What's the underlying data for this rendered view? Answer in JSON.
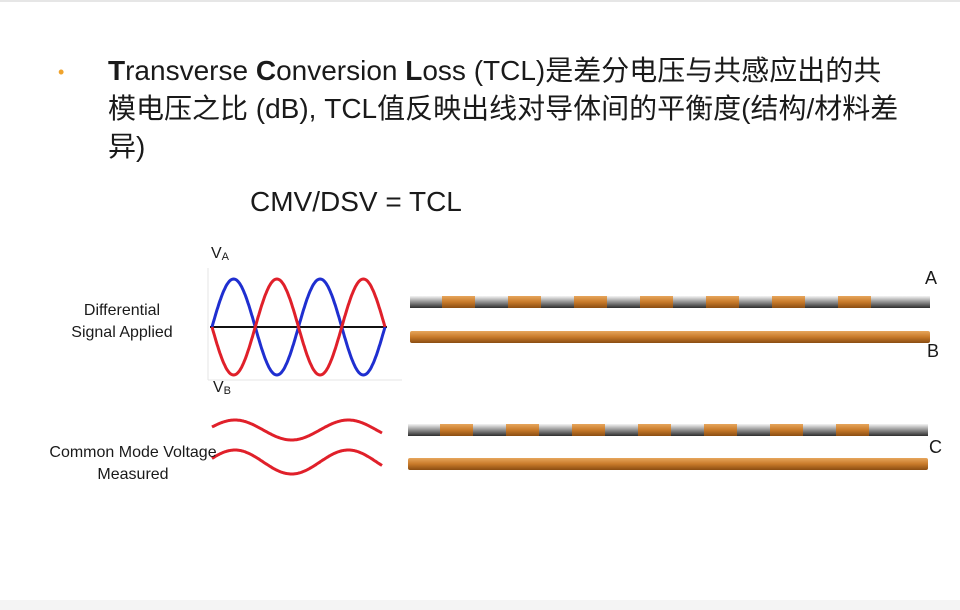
{
  "bullet": {
    "marker": "•",
    "segments": [
      {
        "text": "T",
        "bold": true
      },
      {
        "text": "ransverse ",
        "bold": false
      },
      {
        "text": "C",
        "bold": true
      },
      {
        "text": "onversion ",
        "bold": false
      },
      {
        "text": "L",
        "bold": true
      },
      {
        "text": "oss (TCL)是差分电压与共感应出的共模电压之比 (dB), TCL值反映出线对导体间的平衡度(结构/材料差异)",
        "bold": false
      }
    ]
  },
  "formula": "CMV/DSV = TCL",
  "diagram": {
    "va_label": {
      "main": "V",
      "sub": "A"
    },
    "vb_label": {
      "main": "V",
      "sub": "B"
    },
    "differential_label_line1": "Differential",
    "differential_label_line2": "Signal Applied",
    "common_mode_label_line1": "Common Mode Voltage",
    "common_mode_label_line2": "Measured",
    "label_a": "A",
    "label_b": "B",
    "label_c": "C",
    "colors": {
      "wave_blue": "#1f2fd0",
      "wave_red": "#e0202a",
      "copper": "#c87a2a",
      "copper_dark": "#8a4d12",
      "shield_light": "#f2f2f2",
      "shield_dark": "#3a3a3a"
    }
  }
}
